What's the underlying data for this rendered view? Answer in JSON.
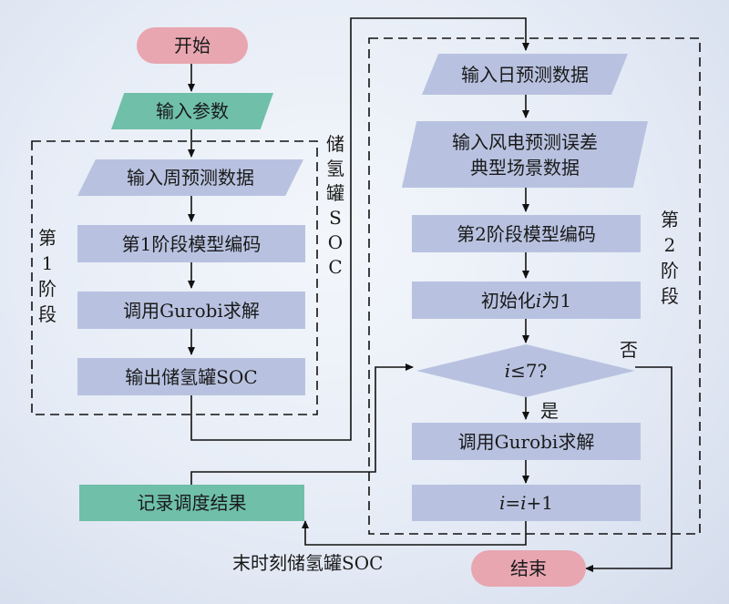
{
  "nodes": {
    "start": "开始",
    "input_params": "输入参数",
    "week_forecast": "输入周预测数据",
    "stage1_encode": "第1阶段模型编码",
    "gurobi1": "调用Gurobi求解",
    "output_soc": "输出储氢罐SOC",
    "day_forecast": "输入日预测数据",
    "wind_error_line1": "输入风电预测误差",
    "wind_error_line2": "典型场景数据",
    "stage2_encode": "第2阶段模型编码",
    "init_i_pre": "初始化",
    "init_i_var": "i",
    "init_i_post": "为1",
    "cond_var": "i",
    "cond_rest": "≤7?",
    "gurobi2": "调用Gurobi求解",
    "incr_var1": "i",
    "incr_mid": "=",
    "incr_var2": "i",
    "incr_rest": "+1",
    "record": "记录调度结果",
    "end": "结束"
  },
  "labels": {
    "stage1_char1": "第",
    "stage1_char2": "1",
    "stage1_char3": "阶",
    "stage1_char4": "段",
    "stage2_char1": "第",
    "stage2_char2": "2",
    "stage2_char3": "阶",
    "stage2_char4": "段",
    "tank_soc_c1": "储",
    "tank_soc_c2": "氢",
    "tank_soc_c3": "罐",
    "tank_soc_c4": "S",
    "tank_soc_c5": "O",
    "tank_soc_c6": "C",
    "no": "否",
    "yes": "是",
    "final_soc": "末时刻储氢罐SOC"
  },
  "colors": {
    "box_blue": "#b8c2e0",
    "box_teal": "#6fbfa9",
    "box_pink": "#e8a6b0",
    "stage_label": "#e02030"
  }
}
